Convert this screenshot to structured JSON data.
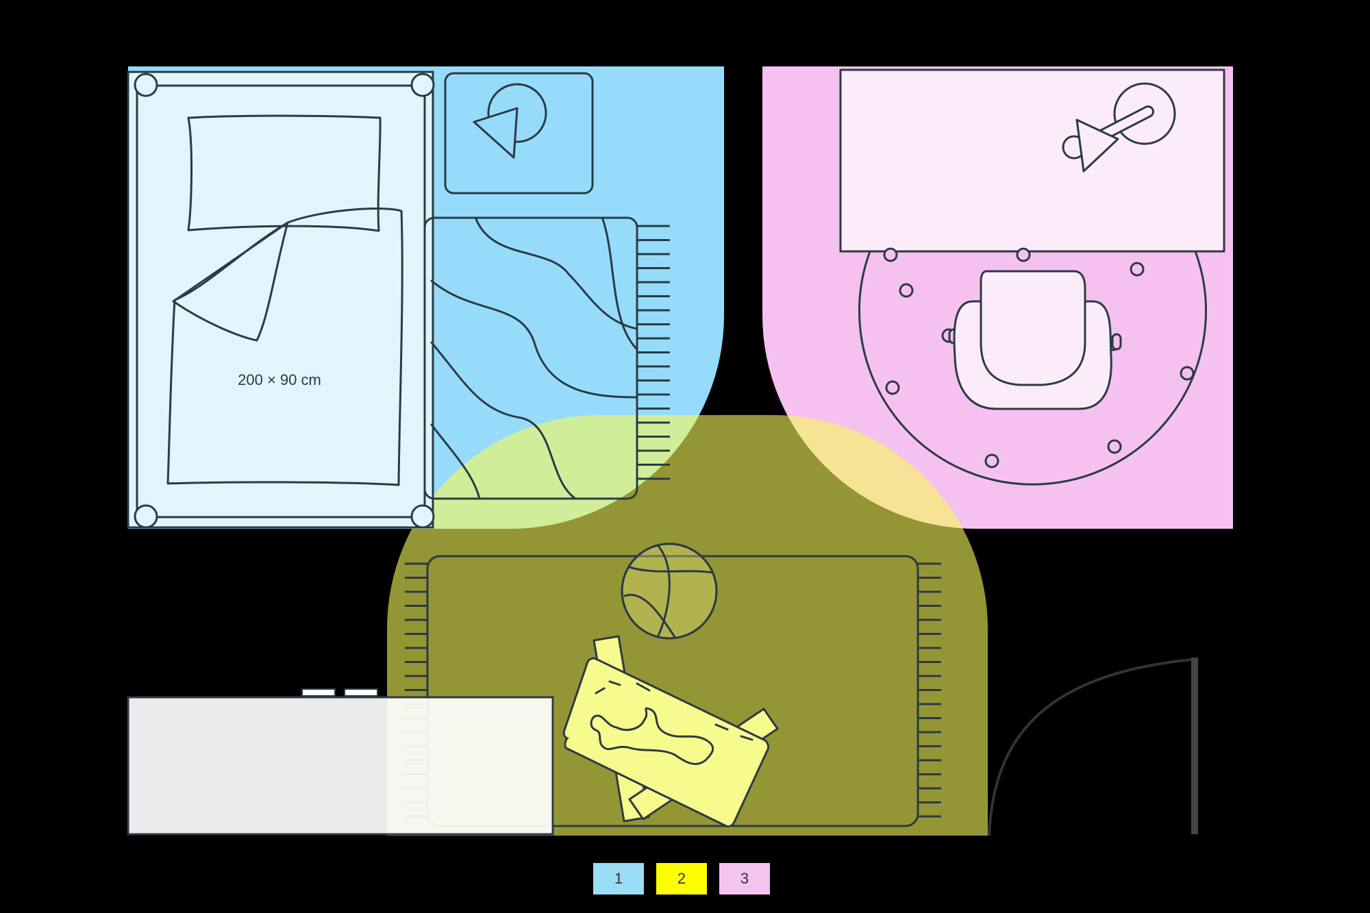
{
  "bed": {
    "size_label": "200 × 90 cm"
  },
  "legend": [
    {
      "label": "1",
      "color": "#99ddf7"
    },
    {
      "label": "2",
      "color": "#ffff00"
    },
    {
      "label": "3",
      "color": "#f5c3f0"
    }
  ],
  "zone_colors": {
    "zone1": "#96dcfa",
    "zone2": "#f7fa8c",
    "zone3": "#f5c1f0"
  },
  "icons": [
    "pillow-icon",
    "lamp-icon",
    "basketball-icon",
    "toy-box-icon",
    "chair-icon",
    "door-icon"
  ]
}
